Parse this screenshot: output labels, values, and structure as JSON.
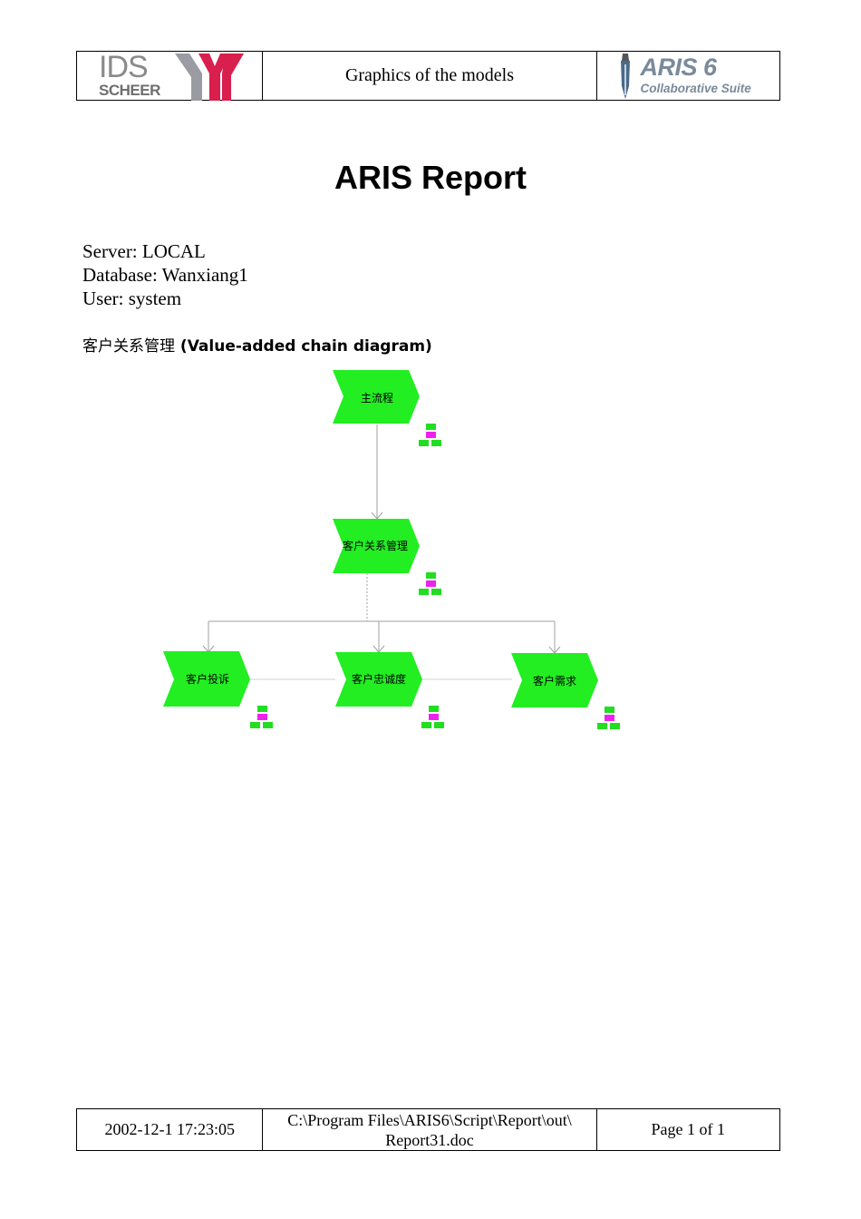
{
  "header": {
    "left_logo": {
      "line1": "IDS",
      "line2": "SCHEER"
    },
    "center_title": "Graphics of the models",
    "right_logo": {
      "line1": "ARIS 6",
      "line2": "Collaborative Suite"
    }
  },
  "report": {
    "title": "ARIS Report",
    "server": "Server: LOCAL",
    "database": "Database: Wanxiang1",
    "user": "User: system"
  },
  "model": {
    "name": "客户关系管理",
    "type_suffix": " (Value-added chain diagram)"
  },
  "diagram": {
    "nodes": {
      "main": "主流程",
      "crm": "客户关系管理",
      "complaint": "客户投诉",
      "loyalty": "客户忠诚度",
      "demand": "客户需求"
    },
    "colors": {
      "function_fill": "#22ee22",
      "assign_green": "#22dd22",
      "assign_magenta": "#ee22ee",
      "connector": "#a0a0a0"
    }
  },
  "footer": {
    "timestamp": "2002-12-1 17:23:05",
    "path_line1": "C:\\Program Files\\ARIS6\\Script\\Report\\out\\",
    "path_line2": "Report31.doc",
    "page": "Page 1  of 1"
  }
}
